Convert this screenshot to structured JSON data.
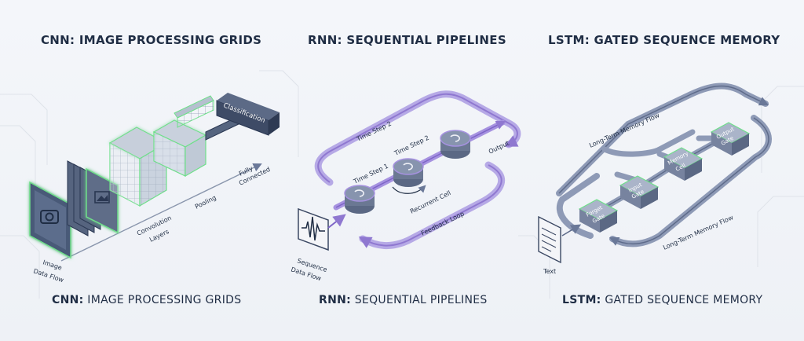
{
  "panels": {
    "cnn": {
      "title": "CNN: IMAGE PROCESSING GRIDS",
      "caption_bold": "CNN:",
      "caption_rest": " IMAGE PROCESSING GRIDS",
      "labels": {
        "image_flow_1": "Image",
        "image_flow_2": "Data Flow",
        "conv_1": "Convolution",
        "conv_2": "Layers",
        "pooling": "Pooling",
        "fc_1": "Fully",
        "fc_2": "Connected",
        "classification": "Classification"
      },
      "icons": [
        "camera-icon",
        "image-icon"
      ],
      "accent": "#6fe08a"
    },
    "rnn": {
      "title": "RNN: SEQUENTIAL PIPELINES",
      "caption_bold": "RNN:",
      "caption_rest": " SEQUENTIAL PIPELINES",
      "labels": {
        "seq_1": "Sequence",
        "seq_2": "Data Flow",
        "time_step_top": "Time Step 2",
        "time_step_1": "Time Step 1",
        "time_step_2": "Time Step 2",
        "output": "Output",
        "recurrent_cell": "Recurrent Cell",
        "feedback_loop": "Feedback Loop"
      },
      "icons": [
        "waveform-icon",
        "refresh-icon"
      ],
      "accent": "#9b84d9"
    },
    "lstm": {
      "title": "LSTM: GATED SEQUENCE MEMORY",
      "caption_bold": "LSTM:",
      "caption_rest": " GATED SEQUENCE MEMORY",
      "labels": {
        "long_term_top": "Long-Term Memory Flow",
        "long_term_bottom": "Long-Term Memory Flow",
        "forget_1": "Forget",
        "forget_2": "Gate",
        "input_1": "Input",
        "input_2": "Gate",
        "memory_1": "Memory",
        "memory_2": "Cell",
        "output_1": "Output",
        "output_2": "Gate",
        "text": "Text"
      },
      "icons": [
        "document-icon"
      ],
      "accent": "#6f7fa6"
    }
  },
  "colors": {
    "navy": "#1f2d44",
    "green_glow": "#6fe08a",
    "purple": "#9b84d9",
    "slate": "#7d89a8"
  }
}
